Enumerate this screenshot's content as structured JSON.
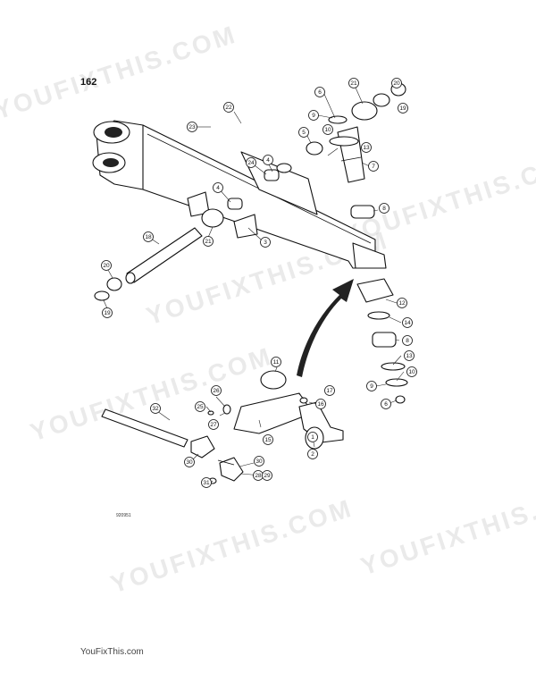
{
  "page_number": "162",
  "footer_text": "YouFixThis.com",
  "reference_code": "920951",
  "watermark_text": "YOUFIXTHIS.COM",
  "callouts": [
    {
      "label": "22"
    },
    {
      "label": "23"
    },
    {
      "label": "6"
    },
    {
      "label": "21"
    },
    {
      "label": "20"
    },
    {
      "label": "19"
    },
    {
      "label": "9"
    },
    {
      "label": "10"
    },
    {
      "label": "13"
    },
    {
      "label": "5"
    },
    {
      "label": "7"
    },
    {
      "label": "8"
    },
    {
      "label": "24"
    },
    {
      "label": "4"
    },
    {
      "label": "4"
    },
    {
      "label": "21"
    },
    {
      "label": "3"
    },
    {
      "label": "18"
    },
    {
      "label": "20"
    },
    {
      "label": "19"
    },
    {
      "label": "12"
    },
    {
      "label": "14"
    },
    {
      "label": "8"
    },
    {
      "label": "13"
    },
    {
      "label": "10"
    },
    {
      "label": "9"
    },
    {
      "label": "6"
    },
    {
      "label": "11"
    },
    {
      "label": "17"
    },
    {
      "label": "16"
    },
    {
      "label": "26"
    },
    {
      "label": "25"
    },
    {
      "label": "27"
    },
    {
      "label": "32"
    },
    {
      "label": "15"
    },
    {
      "label": "1"
    },
    {
      "label": "2"
    },
    {
      "label": "30"
    },
    {
      "label": "30"
    },
    {
      "label": "28"
    },
    {
      "label": "29"
    },
    {
      "label": "31"
    }
  ]
}
